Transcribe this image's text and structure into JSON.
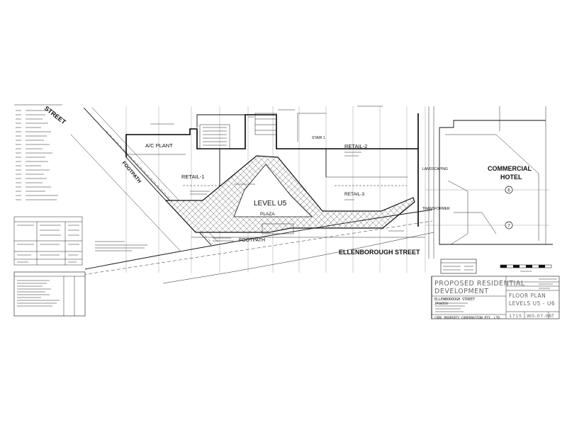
{
  "plan": {
    "labels": {
      "street_left": "STREET",
      "footpath_left": "FOOTPATH",
      "ac_plant": "A/C PLANT",
      "retail_1": "RETAIL-1",
      "retail_2": "RETAIL-2",
      "retail_3": "RETAIL-3",
      "level": "LEVEL U5",
      "plaza": "PLAZA",
      "footpath_bottom": "FOOTPATH",
      "ellenborough": "ELLENBOROUGH   STREET",
      "commercial_1": "COMMERCIAL",
      "commercial_2": "HOTEL",
      "landscaping": "LANDSCAPING",
      "transformer": "TRANSFORMER",
      "stair": "STAIR 1"
    },
    "grid_markers": [
      "6",
      "7"
    ]
  },
  "title_block": {
    "project_line1": "PROPOSED RESIDENTIAL",
    "project_line2": "DEVELOPMENT",
    "address_line1": "ELLENBOROUGH STREET",
    "address_line2": "IPSWICH",
    "client": "CORE PROPERTY CORPORATION PTY. LTD.",
    "drawing_line1": "FLOOR PLAN",
    "drawing_line2": "LEVELS U5 - U6",
    "job_no": "1715",
    "drawing_no": "W0-07-06",
    "revision": "T"
  }
}
